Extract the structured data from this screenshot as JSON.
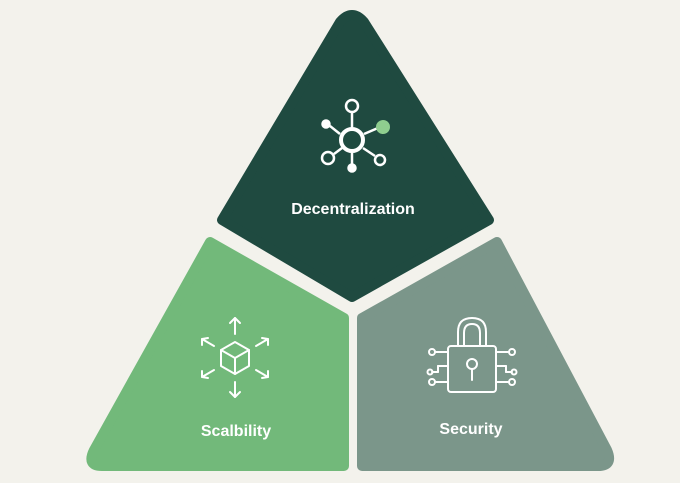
{
  "diagram": {
    "segments": [
      {
        "key": "decentralization",
        "label": "Decentralization",
        "icon": "network-nodes-icon",
        "color": "#1f4a40"
      },
      {
        "key": "scalability",
        "label": "Scalbility",
        "icon": "expanding-cube-icon",
        "color": "#72b97a"
      },
      {
        "key": "security",
        "label": "Security",
        "icon": "circuit-padlock-icon",
        "color": "#7b968a"
      }
    ],
    "accent_node_color": "#8fce8f",
    "background": "#f3f2ec"
  }
}
